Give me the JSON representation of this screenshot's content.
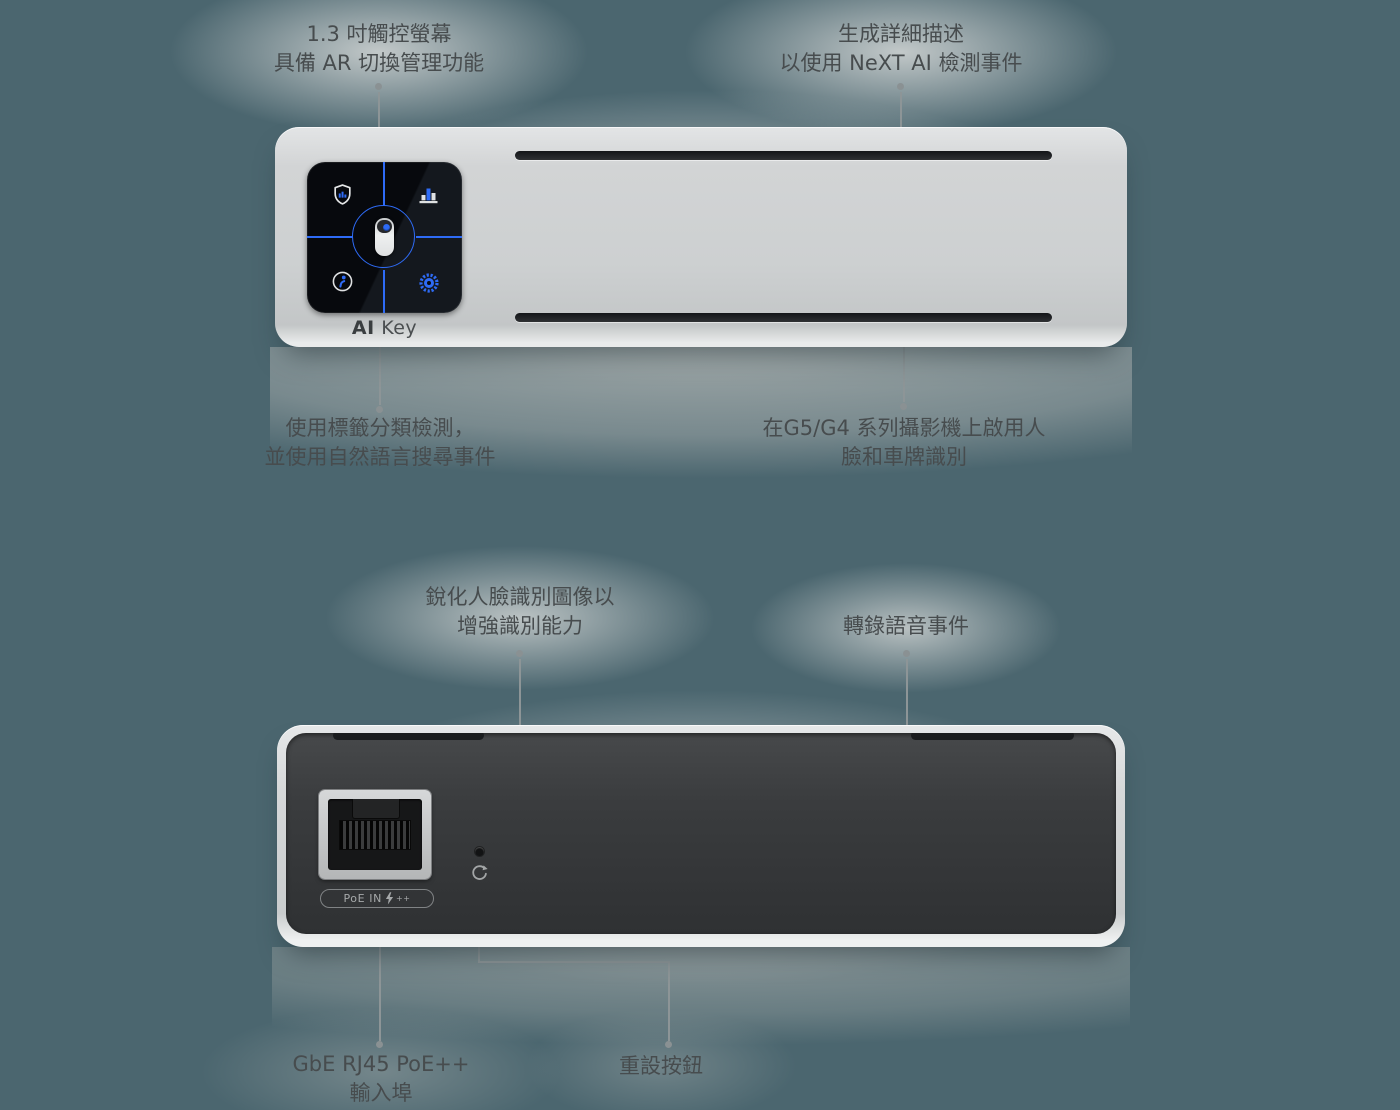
{
  "page": {
    "product": "AI Key",
    "colors": {
      "background_slate": "#4b666f",
      "halo_light": "#d2d5d5",
      "accent_blue": "#2e6bf6",
      "device_body_silver": "#d3d5d6",
      "back_panel_dark": "#333537",
      "slot_dark": "#1e2022",
      "callout_text": "#474c4e",
      "connector_gray": "#8d9597"
    }
  },
  "front_section": {
    "callouts": {
      "screen": {
        "lines": [
          "1.3 吋觸控螢幕",
          "具備 AR 切換管理功能"
        ]
      },
      "next_ai": {
        "lines": [
          "生成詳細描述",
          "以使用 NeXT AI 檢測事件"
        ]
      },
      "label_search": {
        "lines": [
          "使用標籤分類檢測，",
          "並使用自然語言搜尋事件"
        ]
      },
      "face_plate": {
        "lines": [
          "在G5/G4 系列攝影機上啟用人",
          "臉和車牌識別"
        ]
      }
    },
    "device": {
      "brand_bold": "AI",
      "brand_regular": "Key",
      "screen_icons": [
        "shield-security",
        "bar-chart",
        "ai-key-camera",
        "info-person",
        "gear"
      ]
    }
  },
  "back_section": {
    "callouts": {
      "sharpen": {
        "lines": [
          "銳化人臉識別圖像以",
          "增強識別能力"
        ]
      },
      "transcribe": {
        "lines": [
          "轉錄語音事件"
        ]
      },
      "poe_port": {
        "lines": [
          "GbE RJ45 PoE++",
          "輸入埠"
        ]
      },
      "reset": {
        "lines": [
          "重設按鈕"
        ]
      }
    },
    "device": {
      "poe_label": "PoE IN",
      "poe_superscript": "++",
      "icons": [
        "rj45-port",
        "led-indicator",
        "reset-arrow",
        "lightning-bolt"
      ]
    }
  }
}
